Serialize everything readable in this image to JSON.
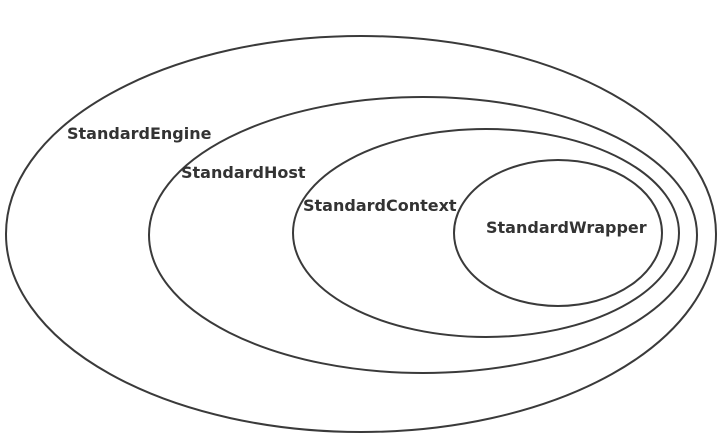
{
  "diagram": {
    "layers": [
      {
        "id": "engine",
        "label": "StandardEngine"
      },
      {
        "id": "host",
        "label": "StandardHost"
      },
      {
        "id": "context",
        "label": "StandardContext"
      },
      {
        "id": "wrapper",
        "label": "StandardWrapper"
      }
    ]
  },
  "colors": {
    "stroke": "#3a3a3a",
    "text": "#333333",
    "background": "#ffffff"
  }
}
